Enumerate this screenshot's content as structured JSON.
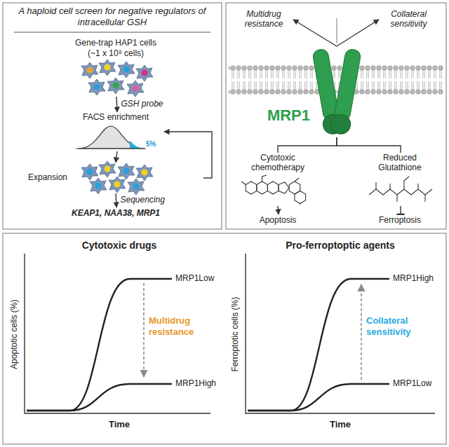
{
  "diagram": {
    "nodes": [
      {
        "text": [
          "Gene-trap HAP1 cells",
          "(~1 x 10⁸ cells)"
        ]
      },
      {
        "text": [
          "FACS enrichment",
          "5%"
        ]
      },
      {
        "text": [
          "Expansion"
        ]
      },
      {
        "text": [
          "KEAP1, NAA38, MRP1"
        ]
      },
      {
        "text": [
          "MRP1"
        ]
      },
      {
        "text": [
          "Multidrug resistance"
        ]
      },
      {
        "text": [
          "Collateral sensitivity"
        ]
      },
      {
        "text": [
          "Cytotoxic chemotherapy"
        ]
      },
      {
        "text": [
          "Reduced Glutathione"
        ]
      },
      {
        "text": [
          "Apoptosis"
        ]
      },
      {
        "text": [
          "Ferroptosis"
        ]
      }
    ],
    "edges": [
      {
        "from": 0,
        "to": 1,
        "arrow": "to",
        "label": "GSH probe"
      },
      {
        "from": 1,
        "to": 2,
        "arrow": "to"
      },
      {
        "from": 2,
        "to": 1,
        "arrow": "to"
      },
      {
        "from": 2,
        "to": 3,
        "arrow": "to",
        "label": "Sequencing"
      },
      {
        "from": 4,
        "to": 5,
        "arrow": "to"
      },
      {
        "from": 4,
        "to": 6,
        "arrow": "to"
      },
      {
        "from": 4,
        "to": 7,
        "arrow": "none"
      },
      {
        "from": 4,
        "to": 8,
        "arrow": "none"
      },
      {
        "from": 7,
        "to": 9,
        "arrow": "to"
      },
      {
        "from": 8,
        "to": 10,
        "arrow": "none"
      }
    ],
    "labels": [
      "A haploid cell screen for negative regulators of intracellular GSH",
      "Cytotoxic drugs",
      "Apoptotic cells (%)",
      "Time",
      "MRP1Low",
      "Multidrug resistance",
      "MRP1High",
      "Pro-ferroptoptic agents",
      "Ferroptotic cells (%)",
      "Time",
      "MRP1High",
      "Collateral sensitivity",
      "MRP1Low"
    ]
  }
}
